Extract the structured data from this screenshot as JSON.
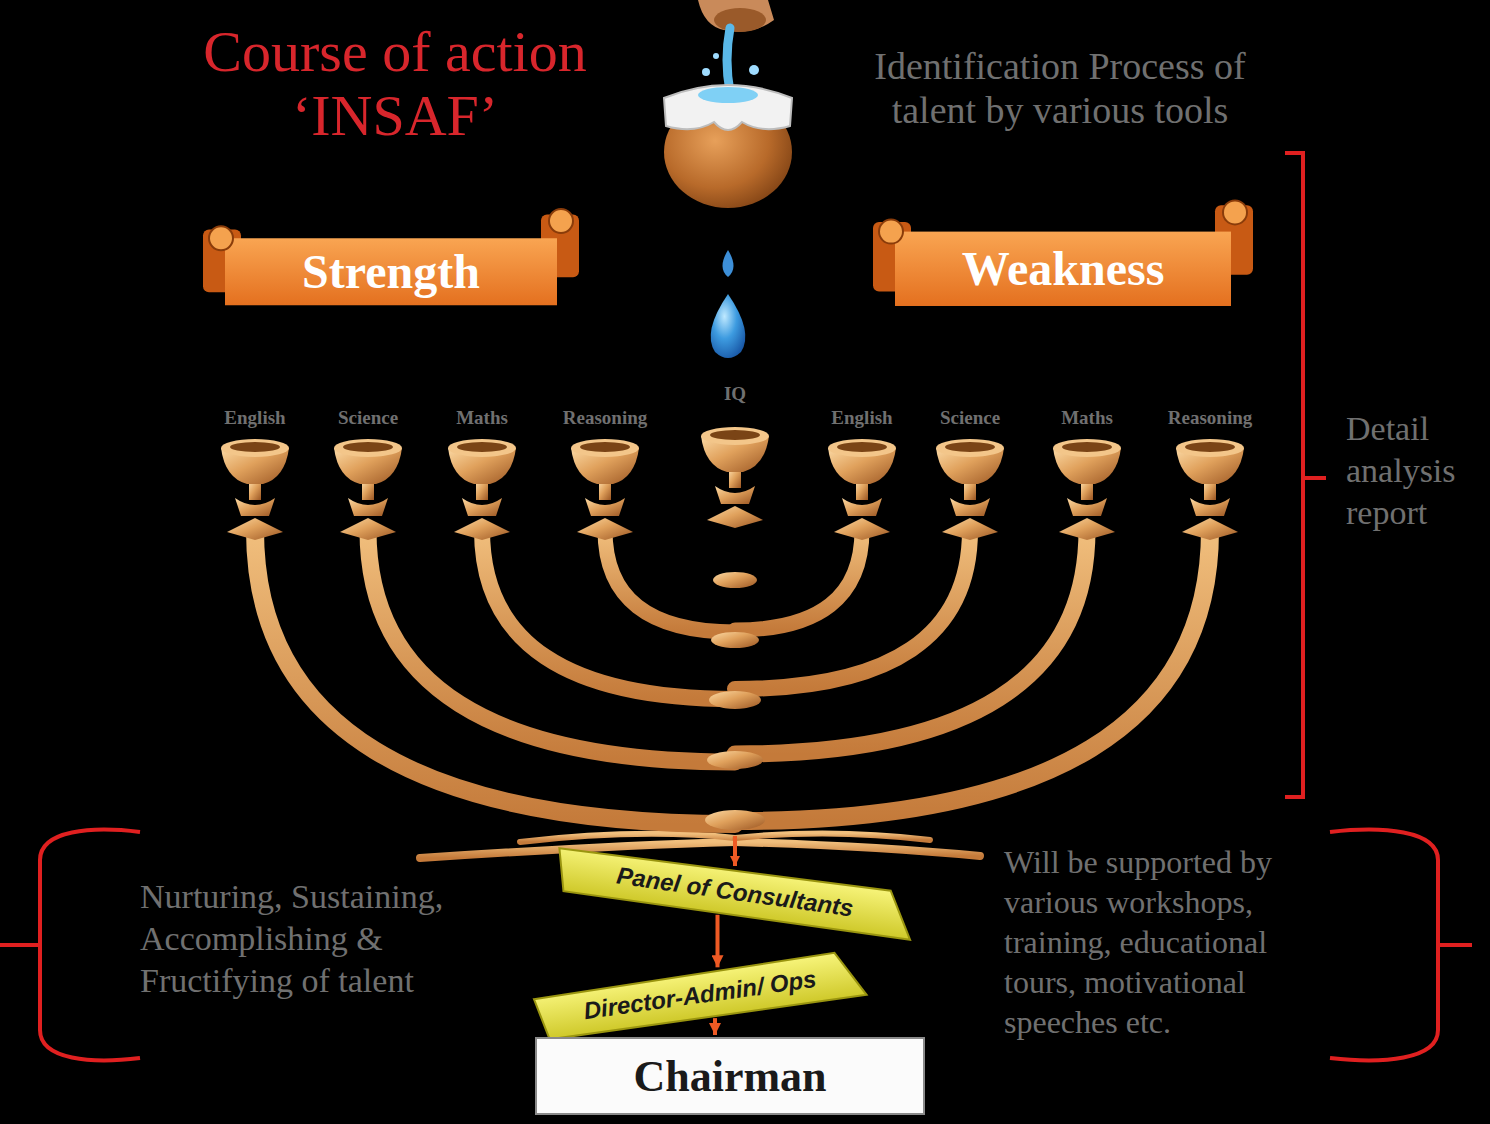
{
  "diagram": {
    "title": "Course of action ‘INSAF’",
    "nodes": [
      {
        "text": [
          "Strength"
        ]
      },
      {
        "text": [
          "Weakness"
        ]
      },
      {
        "text": [
          "Panel of Consultants"
        ]
      },
      {
        "text": [
          "Director-Admin/ Ops"
        ]
      },
      {
        "text": [
          "Chairman"
        ]
      }
    ],
    "edges": [
      {
        "from": 2,
        "to": 3,
        "arrow": "to"
      },
      {
        "from": 3,
        "to": 4,
        "arrow": "to"
      }
    ],
    "labels": [
      "Identification Process of talent by various tools",
      "English",
      "Science",
      "Maths",
      "Reasoning",
      "IQ",
      "English",
      "Science",
      "Maths",
      "Reasoning",
      "Detail analysis report",
      "Nurturing, Sustaining, Accomplishing & Fructifying of talent",
      "Will be supported by various workshops, training, educational tours, motivational speeches etc."
    ]
  }
}
